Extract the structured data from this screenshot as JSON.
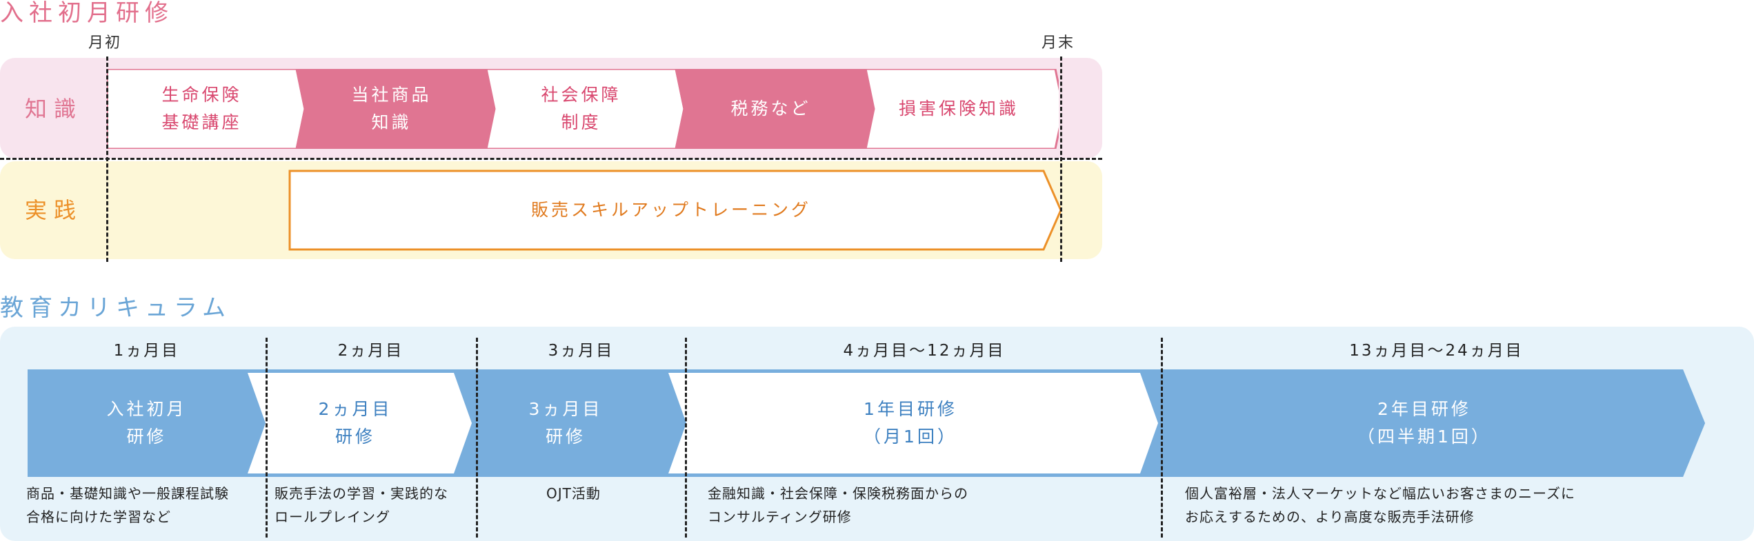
{
  "section1": {
    "title": "入社初月研修",
    "start_label": "月初",
    "end_label": "月末",
    "knowledge_label": "知識",
    "practice_label": "実践",
    "modules": [
      {
        "text": "生命保険\n基礎講座",
        "style": "white"
      },
      {
        "text": "当社商品\n知識",
        "style": "filled"
      },
      {
        "text": "社会保障\n制度",
        "style": "white"
      },
      {
        "text": "税務など",
        "style": "filled"
      },
      {
        "text": "損害保険知識",
        "style": "white"
      }
    ],
    "practice_training": "販売スキルアップトレーニング"
  },
  "section2": {
    "title": "教育カリキュラム",
    "phases": [
      {
        "header": "1ヵ月目",
        "label": "入社初月\n研修",
        "style": "filled",
        "desc": "商品・基礎知識や一般課程試験\n合格に向けた学習など"
      },
      {
        "header": "2ヵ月目",
        "label": "2ヵ月目\n研修",
        "style": "white",
        "desc": "販売手法の学習・実践的な\nロールプレイング"
      },
      {
        "header": "3ヵ月目",
        "label": "3ヵ月目\n研修",
        "style": "filled",
        "desc": "OJT活動"
      },
      {
        "header": "4ヵ月目〜12ヵ月目",
        "label": "1年目研修\n（月1回）",
        "style": "white",
        "desc": "金融知識・社会保障・保険税務面からの\nコンサルティング研修"
      },
      {
        "header": "13ヵ月目〜24ヵ月目",
        "label": "2年目研修\n（四半期1回）",
        "style": "filled",
        "desc": "個人富裕層・法人マーケットなど幅広いお客さまのニーズに\nお応えするための、より高度な販売手法研修"
      }
    ]
  },
  "colors": {
    "pink_band": "#f8e4ee",
    "pink_fill": "#e07592",
    "pink_text": "#d9486f",
    "yellow_band": "#fdf7d7",
    "orange": "#ec9028",
    "blue_band": "#e7f3fa",
    "blue_fill": "#78aedd",
    "blue_text": "#3d80c0"
  }
}
